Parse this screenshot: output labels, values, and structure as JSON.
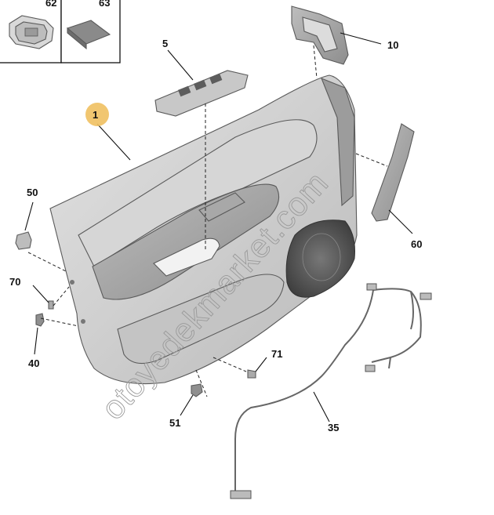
{
  "diagram": {
    "callouts": {
      "c1": "1",
      "c5": "5",
      "c10": "10",
      "c35": "35",
      "c40": "40",
      "c50": "50",
      "c51": "51",
      "c60": "60",
      "c62": "62",
      "c63": "63",
      "c70": "70",
      "c71": "71"
    },
    "highlight_color": "#f0c060",
    "watermark": "otoyedekmarket.com"
  }
}
